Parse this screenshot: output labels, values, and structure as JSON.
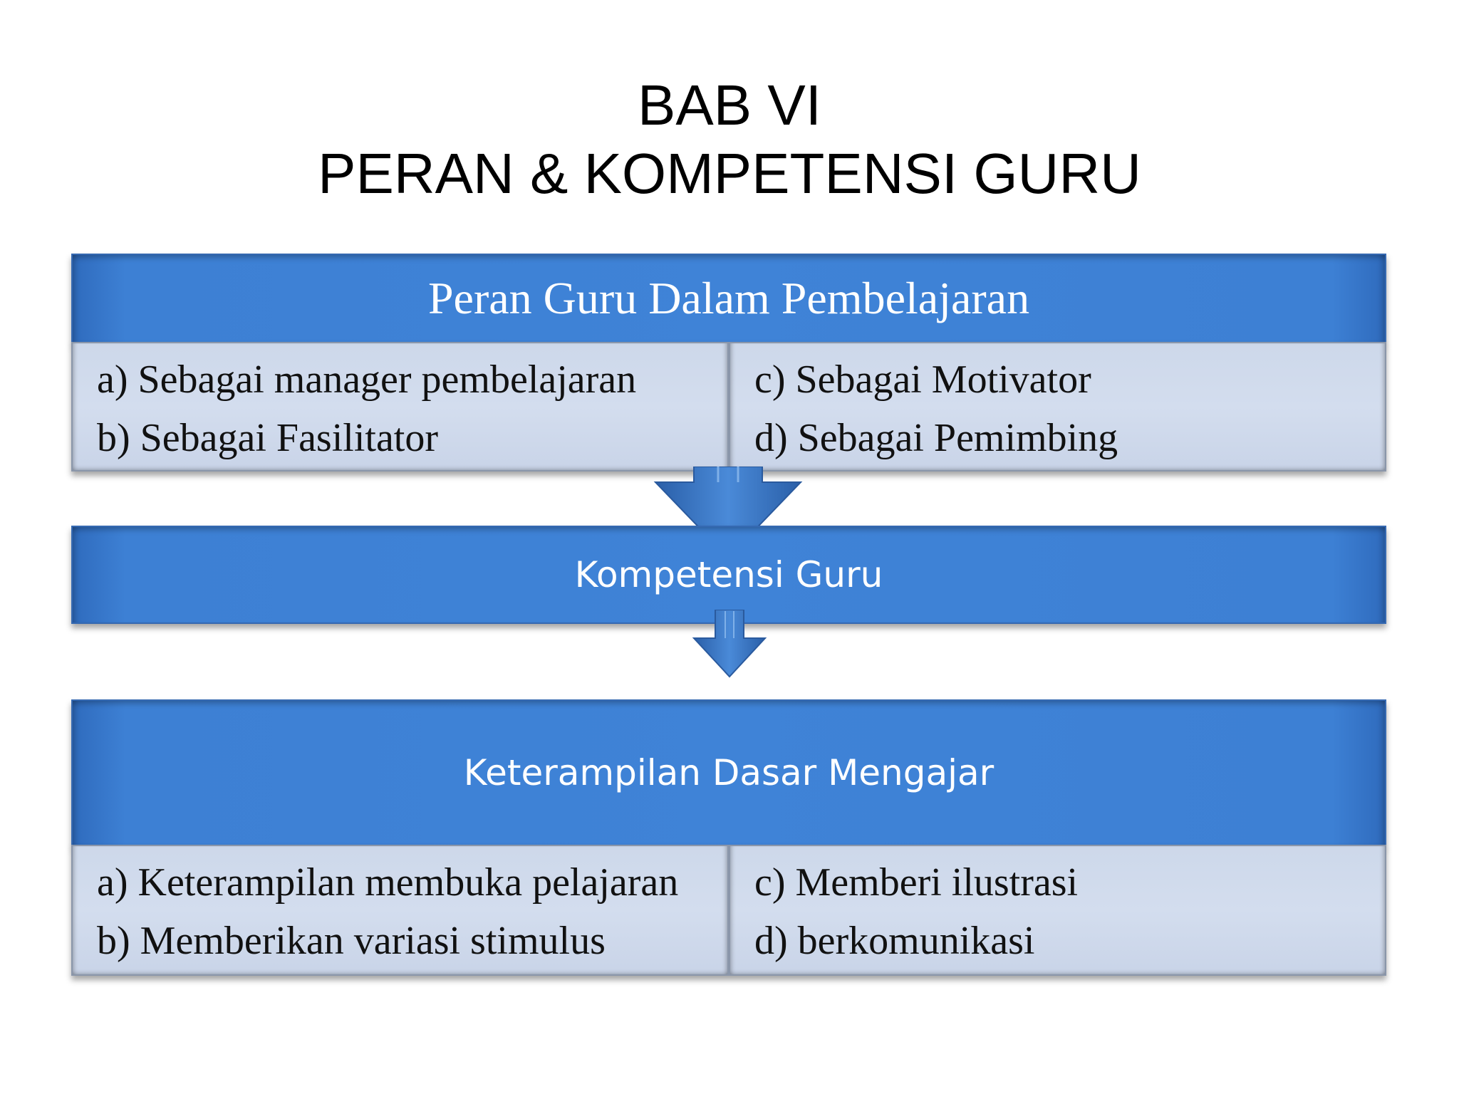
{
  "title": {
    "line1": "BAB VI",
    "line2": "PERAN & KOMPETENSI GURU"
  },
  "peran": {
    "header": "Peran Guru Dalam Pembelajaran",
    "left": [
      "a) Sebagai manager pembelajaran",
      "b) Sebagai Fasilitator"
    ],
    "right": [
      "c) Sebagai Motivator",
      "d) Sebagai Pemimbing"
    ]
  },
  "kompetensi": {
    "header": "Kompetensi Guru"
  },
  "keterampilan": {
    "header": "Keterampilan Dasar Mengajar",
    "left": [
      "a) Keterampilan membuka pelajaran",
      "b) Memberikan variasi  stimulus"
    ],
    "right": [
      "c) Memberi ilustrasi",
      "d) berkomunikasi"
    ]
  },
  "colors": {
    "bar_blue": "#3f83d7",
    "cell_light": "#cfd9ec",
    "arrow_blue": "#3a78c4"
  }
}
